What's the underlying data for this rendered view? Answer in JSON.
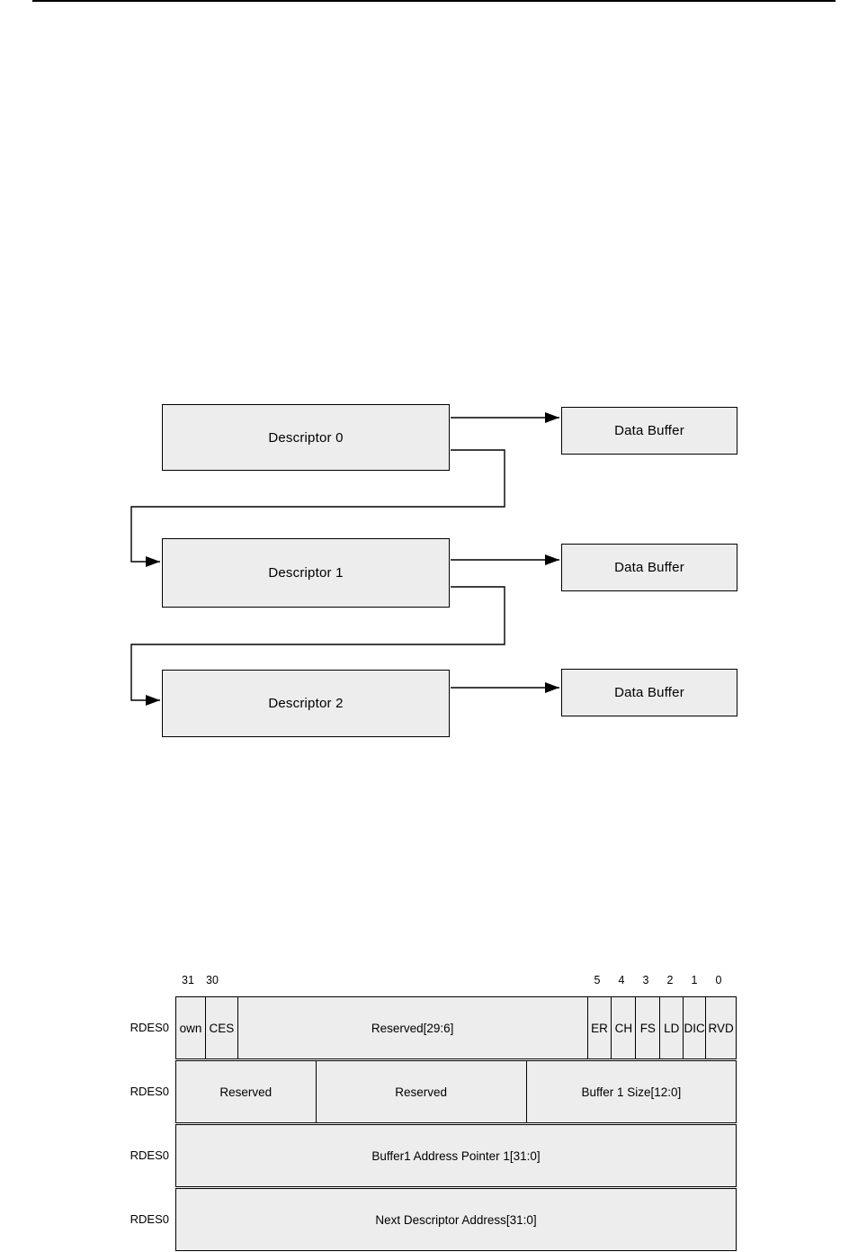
{
  "colors": {
    "page_bg": "#ffffff",
    "box_fill": "#ededed",
    "line": "#000000"
  },
  "diagram": {
    "descriptors": [
      "Descriptor 0",
      "Descriptor 1",
      "Descriptor 2"
    ],
    "buffers": [
      "Data Buffer",
      "Data Buffer",
      "Data Buffer"
    ]
  },
  "register_table": {
    "bit_labels": [
      "31",
      "30",
      "5",
      "4",
      "3",
      "2",
      "1",
      "0"
    ],
    "rows": [
      {
        "label": "RDES0",
        "fields": [
          "own",
          "CES",
          "Reserved[29:6]",
          "ER",
          "CH",
          "FS",
          "LD",
          "DIC",
          "RVD"
        ]
      },
      {
        "label": "RDES0",
        "fields": [
          "Reserved",
          "Reserved",
          "Buffer 1 Size[12:0]"
        ]
      },
      {
        "label": "RDES0",
        "fields": [
          "Buffer1 Address Pointer 1[31:0]"
        ]
      },
      {
        "label": "RDES0",
        "fields": [
          "Next Descriptor Address[31:0]"
        ]
      }
    ]
  }
}
